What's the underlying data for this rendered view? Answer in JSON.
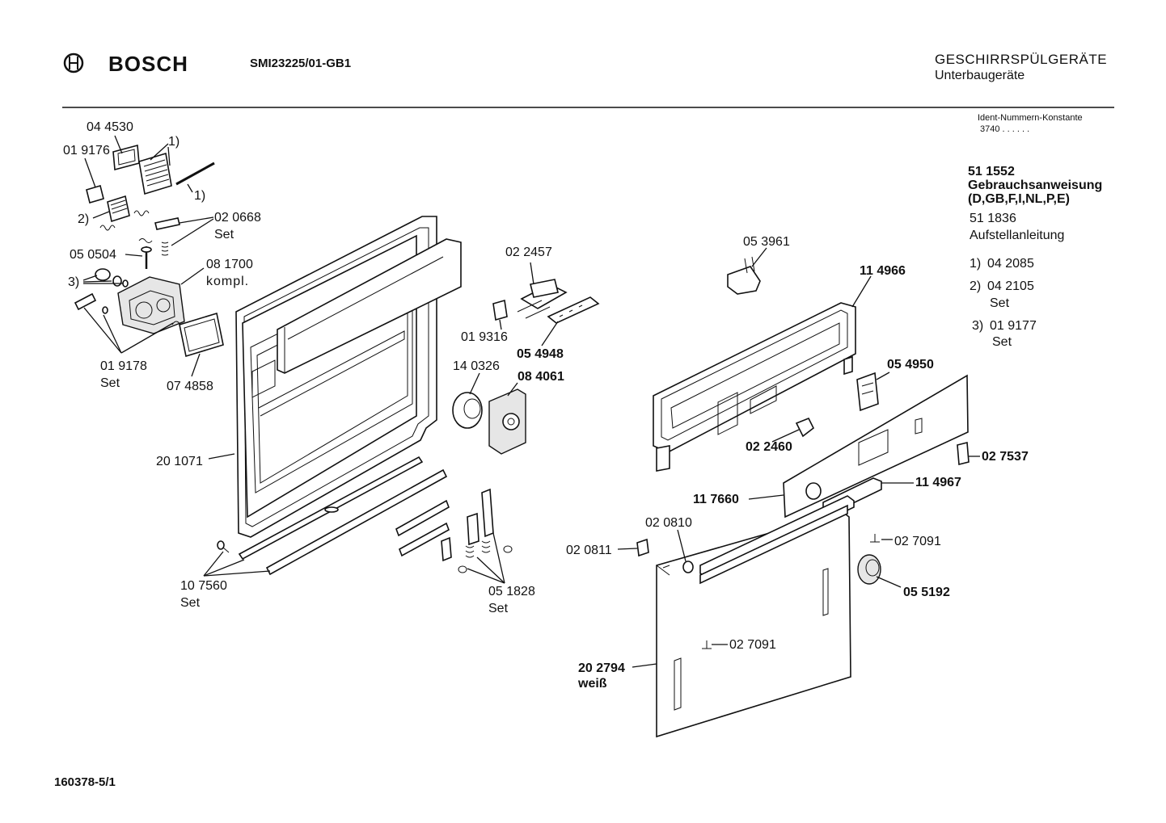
{
  "header": {
    "brand": "BOSCH",
    "model": "SMI23225/01-GB1",
    "category": "GESCHIRRSPÜLGERÄTE",
    "subcategory": "Unterbaugeräte"
  },
  "ident": {
    "title": "Ident-Nummern-Konstante",
    "value": "3740   . .   . . . ."
  },
  "documents": [
    {
      "number": "51 1552",
      "lines": [
        "Gebrauchsanweisung",
        "(D,GB,F,I,NL,P,E)"
      ]
    },
    {
      "number": "51 1836",
      "lines": [
        "Aufstellanleitung"
      ]
    }
  ],
  "footnotes": [
    {
      "key": "1)",
      "part": "04 2085",
      "note": ""
    },
    {
      "key": "2)",
      "part": "04 2105",
      "note": "Set"
    },
    {
      "key": "3)",
      "part": "01 9177",
      "note": "Set"
    }
  ],
  "parts": {
    "p044530": "04 4530",
    "p019176": "01 9176",
    "fn1a": "1)",
    "fn1b": "1)",
    "fn2": "2)",
    "fn3": "3)",
    "p020668": "02 0668",
    "p020668_set": "Set",
    "p050504": "05 0504",
    "p081700": "08 1700",
    "p081700_note": "kompl.",
    "p019178": "01 9178",
    "p019178_set": "Set",
    "p074858": "07 4858",
    "p201071": "20 1071",
    "p107560": "10 7560",
    "p107560_set": "Set",
    "p022457": "02 2457",
    "p019316": "01 9316",
    "p054948": "05 4948",
    "p140326": "14 0326",
    "p084061": "08 4061",
    "p051828": "05 1828",
    "p051828_set": "Set",
    "p053961": "05 3961",
    "p114966": "11 4966",
    "p054950": "05 4950",
    "p022460": "02 2460",
    "p027537": "02 7537",
    "p114967": "11 4967",
    "p117660": "11 7660",
    "p020810": "02 0810",
    "p020811": "02 0811",
    "p027091a": "02 7091",
    "p027091b": "02 7091",
    "p055192": "05 5192",
    "p202794": "20 2794",
    "p202794_note": "weiß"
  },
  "footer": {
    "drawing_number": "160378-5/1"
  }
}
